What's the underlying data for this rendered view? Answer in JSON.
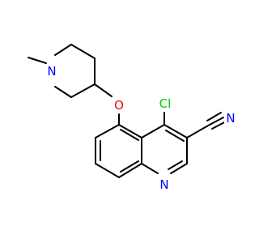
{
  "molecule": {
    "atom_labels": [
      {
        "id": "n-methyl",
        "text": "N",
        "color": "#0000ff"
      },
      {
        "id": "o-ether",
        "text": "O",
        "color": "#ff0000"
      },
      {
        "id": "cl",
        "text": "Cl",
        "color": "#00cc00"
      },
      {
        "id": "n-nitrile",
        "text": "N",
        "color": "#0000ff"
      },
      {
        "id": "n-quinoline",
        "text": "N",
        "color": "#0000ff"
      }
    ]
  }
}
